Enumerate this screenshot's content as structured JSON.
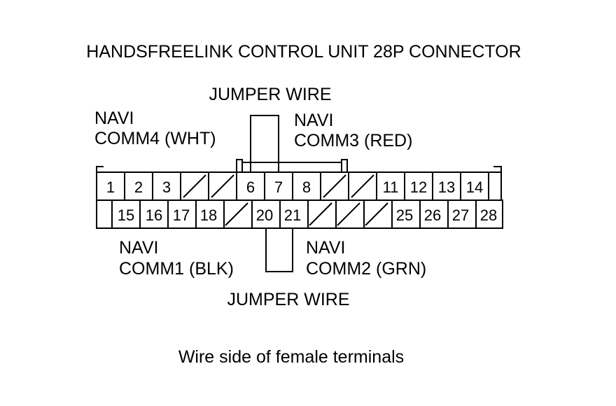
{
  "title": "HANDSFREELINK CONTROL UNIT 28P CONNECTOR",
  "footer": "Wire side of female terminals",
  "connector": {
    "top_row": [
      "1",
      "2",
      "3",
      "",
      "",
      "6",
      "7",
      "8",
      "",
      "",
      "11",
      "12",
      "13",
      "14",
      ""
    ],
    "bottom_row": [
      "",
      "15",
      "16",
      "17",
      "18",
      "",
      "20",
      "21",
      "",
      "",
      "",
      "25",
      "26",
      "27",
      "28"
    ]
  },
  "labels": {
    "jumper_top": "JUMPER WIRE",
    "jumper_bottom": "JUMPER WIRE",
    "comm4_line1": "NAVI",
    "comm4_line2": "COMM4 (WHT)",
    "comm3_line1": "NAVI",
    "comm3_line2": "COMM3 (RED)",
    "comm1_line1": "NAVI",
    "comm1_line2": "COMM1 (BLK)",
    "comm2_line1": "NAVI",
    "comm2_line2": "COMM2 (GRN)"
  },
  "colors": {
    "line": "#000000",
    "background": "#ffffff"
  }
}
